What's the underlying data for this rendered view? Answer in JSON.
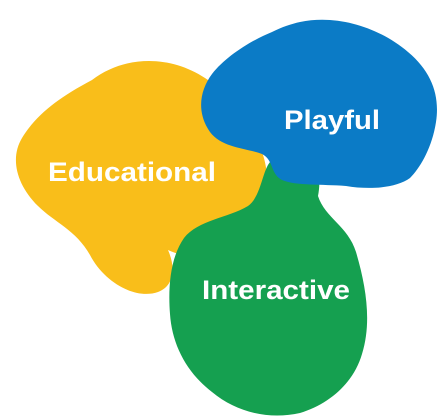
{
  "labels": {
    "educational": "Educational",
    "playful": "Playful",
    "interactive": "Interactive"
  },
  "colors": {
    "educational": "#F9BE1A",
    "playful": "#0B7BC6",
    "interactive": "#15A050",
    "text": "#ffffff",
    "background": "#ffffff"
  }
}
